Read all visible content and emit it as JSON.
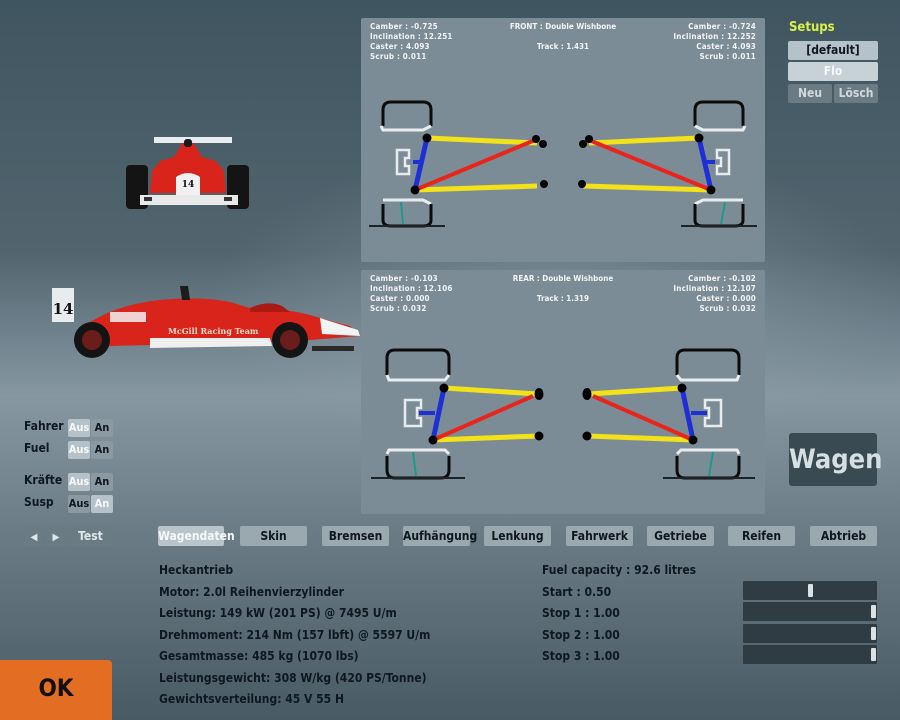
{
  "front": {
    "title": "FRONT : Double Wishbone",
    "track": "Track : 1.431",
    "left": {
      "camber": "Camber : -0.725",
      "inclination": "Inclination : 12.251",
      "caster": "Caster : 4.093",
      "scrub": "Scrub : 0.011"
    },
    "right": {
      "camber": "Camber : -0.724",
      "inclination": "Inclination : 12.252",
      "caster": "Caster : 4.093",
      "scrub": "Scrub : 0.011"
    }
  },
  "rear": {
    "title": "REAR : Double Wishbone",
    "track": "Track : 1.319",
    "left": {
      "camber": "Camber : -0.103",
      "inclination": "Inclination : 12.106",
      "caster": "Caster : 0.000",
      "scrub": "Scrub : 0.032"
    },
    "right": {
      "camber": "Camber : -0.102",
      "inclination": "Inclination : 12.107",
      "caster": "Caster : 0.000",
      "scrub": "Scrub : 0.032"
    }
  },
  "setups": {
    "title": "Setups",
    "items": [
      "[default]",
      "Flo"
    ],
    "new_label": "Neu",
    "delete_label": "Lösch"
  },
  "car": {
    "number": "14",
    "team": "McGill Racing Team"
  },
  "toggles": [
    {
      "label": "Fahrer",
      "off": "Aus",
      "on": "An",
      "state": "Aus"
    },
    {
      "label": "Fuel",
      "off": "Aus",
      "on": "An",
      "state": "Aus"
    },
    {
      "label": "Kräfte",
      "off": "Aus",
      "on": "An",
      "state": "Aus"
    },
    {
      "label": "Susp",
      "off": "Aus",
      "on": "An",
      "state": "An"
    }
  ],
  "nav": {
    "prev_icon": "◀",
    "next_icon": "▶",
    "test_label": "Test"
  },
  "tabs": [
    "Wagendaten",
    "Skin",
    "Bremsen",
    "Aufhängung",
    "Lenkung",
    "Fahrwerk",
    "Getriebe",
    "Reifen",
    "Abtrieb"
  ],
  "active_tab": "Wagendaten",
  "car_info": [
    "Heckantrieb",
    "Motor: 2.0l Reihenvierzylinder",
    "Leistung: 149 kW (201 PS) @ 7495 U/m",
    "Drehmoment: 214 Nm (157 lbft) @ 5597 U/m",
    "Gesamtmasse: 485 kg (1070 lbs)",
    "Leistungsgewicht: 308 W/kg (420 PS/Tonne)",
    "Gewichtsverteilung: 45 V  55 H"
  ],
  "fuel": {
    "capacity": "Fuel capacity : 92.6 litres",
    "rows": [
      {
        "label": "Start : 0.50",
        "value": 0.5
      },
      {
        "label": "Stop 1 : 1.00",
        "value": 1.0
      },
      {
        "label": "Stop 2 : 1.00",
        "value": 1.0
      },
      {
        "label": "Stop 3 : 1.00",
        "value": 1.0
      }
    ]
  },
  "view_button": "Wagen",
  "ok_button": "OK",
  "colors": {
    "accent_orange": "#e36d22",
    "setups_title": "#d7f04a",
    "upper_arm": "#f2e21a",
    "diag_arm": "#e8251c",
    "upright": "#1f2fd6"
  }
}
